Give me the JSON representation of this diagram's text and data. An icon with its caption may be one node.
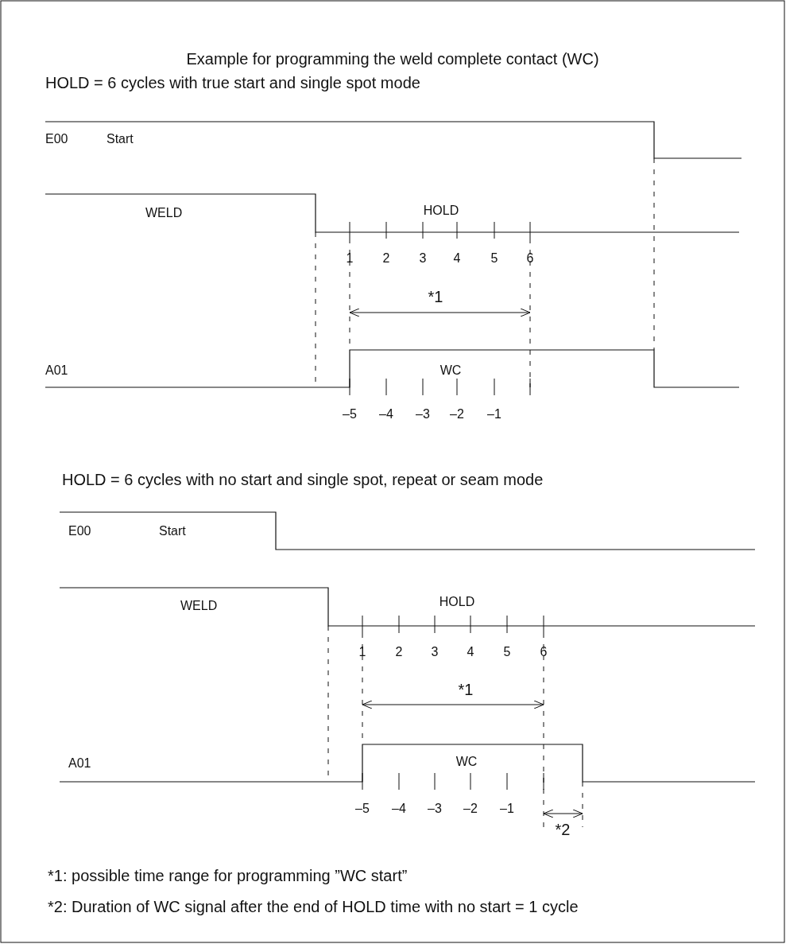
{
  "diagram": {
    "title": "Example for programming the weld complete contact (WC)",
    "labels": [
      "HOLD = 6 cycles with true start and single spot mode",
      "E00",
      "Start",
      "WELD",
      "HOLD",
      "1",
      "2",
      "3",
      "4",
      "5",
      "6",
      "*1",
      "A01",
      "WC",
      "–5",
      "–4",
      "–3",
      "–2",
      "–1",
      "HOLD = 6 cycles with no start and single spot, repeat or seam mode",
      "E00",
      "Start",
      "WELD",
      "HOLD",
      "1",
      "2",
      "3",
      "4",
      "5",
      "6",
      "*1",
      "A01",
      "WC",
      "–5",
      "–4",
      "–3",
      "–2",
      "–1",
      "*2",
      "*1: possible time range for programming ”WC start”",
      "*2: Duration of WC signal after the end of HOLD time with no start = 1 cycle"
    ]
  }
}
